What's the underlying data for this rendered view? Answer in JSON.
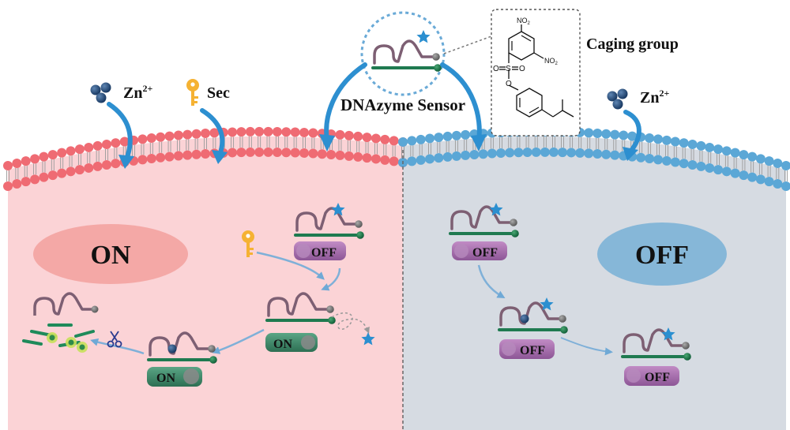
{
  "labels": {
    "left_state": "ON",
    "right_state": "OFF",
    "sensor": "DNAzyme Sensor",
    "caging": "Caging group",
    "zn_left_base": "Zn",
    "zn_left_sup": "2+",
    "sec": "Sec",
    "zn_right_base": "Zn",
    "zn_right_sup": "2+"
  },
  "chem": {
    "no2_top_base": "NO",
    "no2_top_sub": "2",
    "no2_mid_base": "NO",
    "no2_mid_sub": "2",
    "s": "S",
    "o_left": "O",
    "o_right": "O",
    "o_bottom": "O"
  },
  "switches": {
    "left_off": "OFF",
    "left_on_mid": "ON",
    "left_on_bottom": "ON",
    "right_off_top": "OFF",
    "right_off_mid": "OFF",
    "right_off_bottom": "OFF"
  },
  "colors": {
    "left_cell_fill": "#fbd3d6",
    "right_cell_fill": "#d6dbe2",
    "left_membrane": "#ef6b73",
    "right_membrane": "#5ba7d6",
    "dna_strand": "#8a6a7e",
    "dna_substrate": "#1f8a5a",
    "star_blue": "#2b8fd0",
    "on_switch": "#3c8a6a",
    "off_switch": "#a06aa6",
    "arrow_blue": "#4a9fd6",
    "ellipse_on": "#f4a8a6",
    "ellipse_off": "#86b7d8"
  }
}
